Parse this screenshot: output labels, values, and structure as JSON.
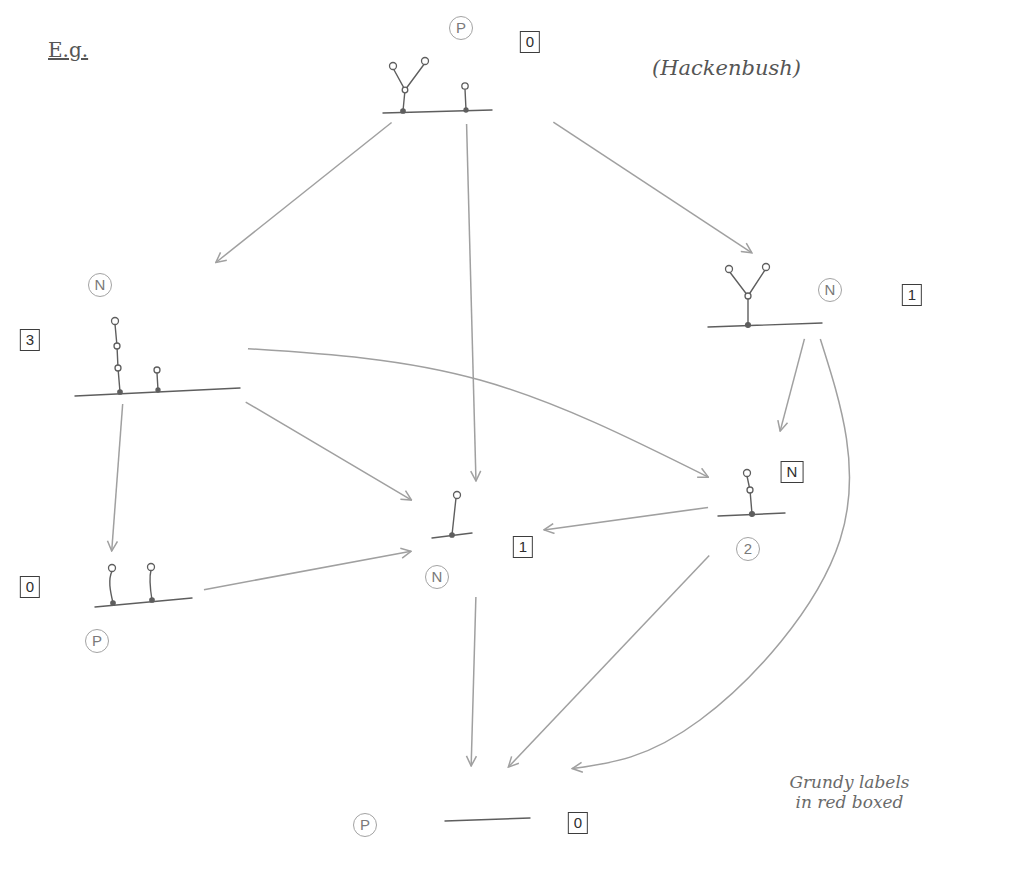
{
  "diagram": {
    "nodes": [
      {
        "text": [
          "P",
          "0"
        ]
      },
      {
        "text": [
          "N",
          "3"
        ]
      },
      {
        "text": [
          "N",
          "1"
        ]
      },
      {
        "text": [
          "N",
          "2"
        ]
      },
      {
        "text": [
          "N",
          "1"
        ]
      },
      {
        "text": [
          "0",
          "P"
        ]
      },
      {
        "text": [
          "P",
          "0"
        ]
      }
    ],
    "edges": [
      {
        "from": 0,
        "to": 1,
        "arrow": "to"
      },
      {
        "from": 0,
        "to": 4,
        "arrow": "to"
      },
      {
        "from": 0,
        "to": 2,
        "arrow": "to"
      },
      {
        "from": 1,
        "to": 5,
        "arrow": "to"
      },
      {
        "from": 1,
        "to": 4,
        "arrow": "to"
      },
      {
        "from": 1,
        "to": 3,
        "arrow": "to"
      },
      {
        "from": 2,
        "to": 3,
        "arrow": "to"
      },
      {
        "from": 2,
        "to": 6,
        "arrow": "to"
      },
      {
        "from": 3,
        "to": 4,
        "arrow": "to"
      },
      {
        "from": 3,
        "to": 6,
        "arrow": "to"
      },
      {
        "from": 5,
        "to": 4,
        "arrow": "to"
      },
      {
        "from": 4,
        "to": 6,
        "arrow": "to"
      }
    ],
    "labels": [
      "E.g.",
      "(Hackenbush)",
      "Grundy labels in red boxed"
    ]
  }
}
